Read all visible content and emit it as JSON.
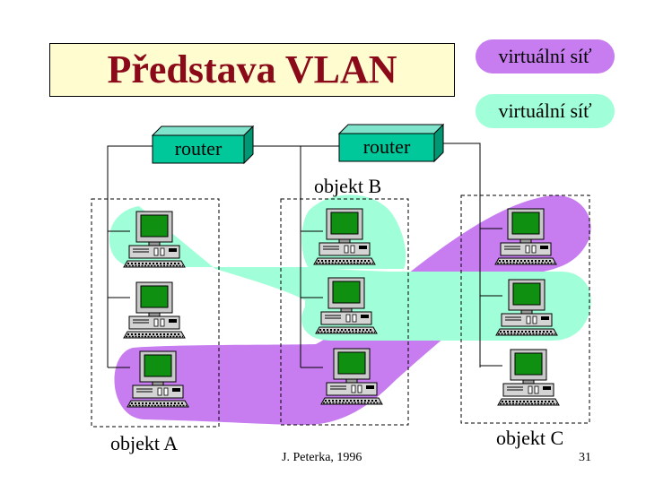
{
  "title": "Představa VLAN",
  "legend": {
    "vlan_purple": "virtuální síť",
    "vlan_green": "virtuální síť"
  },
  "routers": [
    "router",
    "router"
  ],
  "sites": {
    "a": "objekt A",
    "b": "objekt B",
    "c": "objekt C"
  },
  "footer": {
    "author": "J. Peterka, 1996",
    "page_number": "31"
  },
  "colors": {
    "title_bg": "#fffdd0",
    "title_text": "#8b0a1a",
    "vlan_purple": "#c77cf0",
    "vlan_green": "#a0ffd8",
    "router_face": "#00c89a",
    "monitor_screen": "#109010"
  }
}
